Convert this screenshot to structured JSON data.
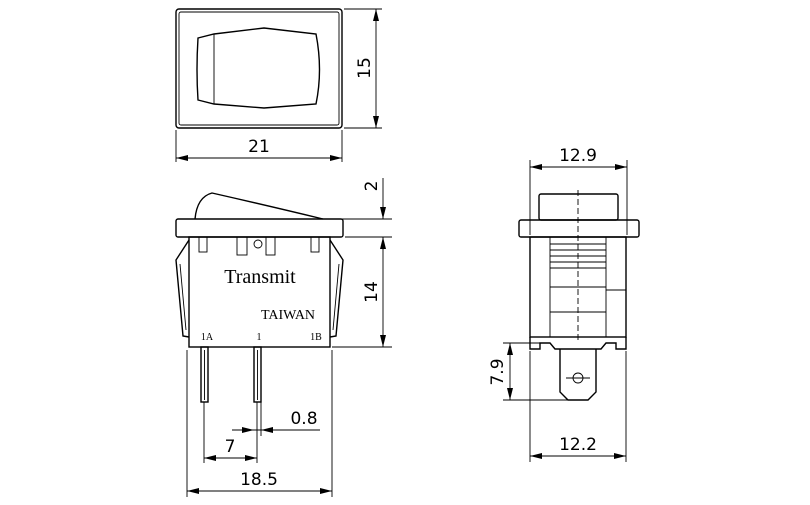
{
  "top_view": {
    "dim_width": "21",
    "dim_height": "15"
  },
  "side_view": {
    "brand": "Transmit",
    "origin": "TAIWAN",
    "pin_labels": [
      "1A",
      "1",
      "1B"
    ],
    "dim_cap": "2",
    "dim_body": "14",
    "dim_pitch": "7",
    "dim_pin_thickness": "0.8",
    "dim_overall_width": "18.5"
  },
  "end_view": {
    "dim_top_width": "12.9",
    "dim_bottom_width": "12.2",
    "dim_terminal_length": "7.9"
  }
}
